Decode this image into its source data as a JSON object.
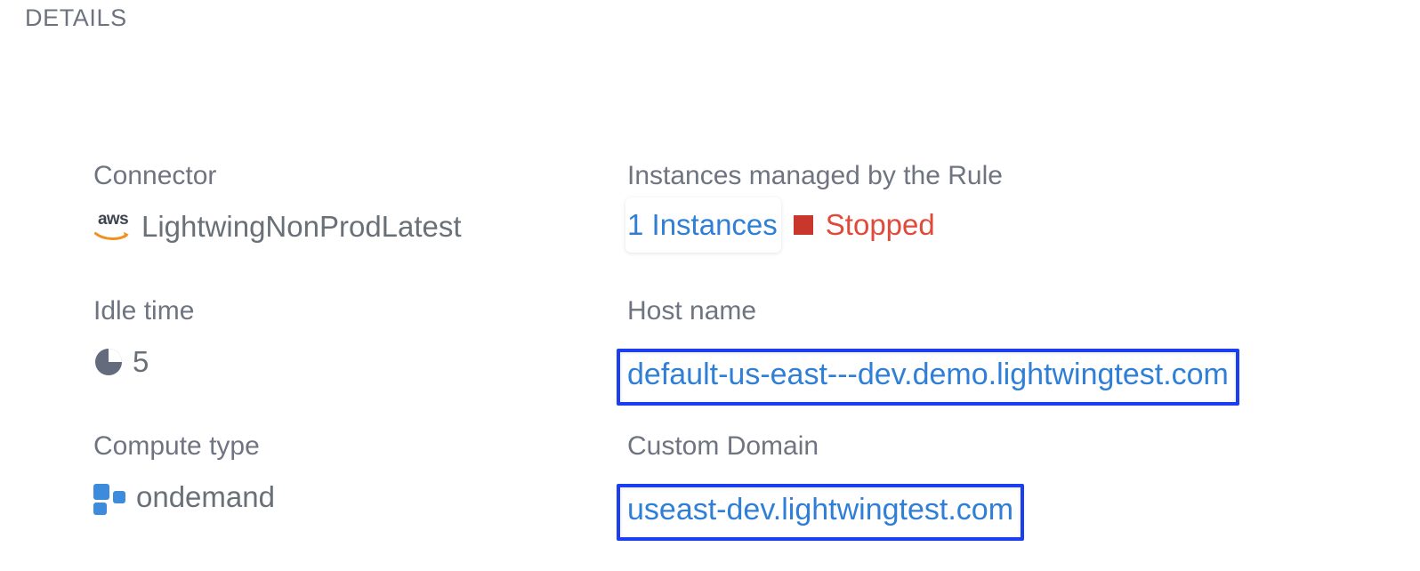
{
  "section": {
    "title": "DETAILS"
  },
  "fields": {
    "connector": {
      "label": "Connector",
      "value": "LightwingNonProdLatest",
      "icon": "aws-logo-icon",
      "icon_word": "aws"
    },
    "instances": {
      "label": "Instances managed by the Rule",
      "link_text": "1 Instances",
      "status": "Stopped",
      "status_color": "#e04a3a",
      "status_swatch_color": "#c9372c"
    },
    "idle_time": {
      "label": "Idle time",
      "value": "5",
      "icon": "pie-clock-icon"
    },
    "host_name": {
      "label": "Host name",
      "value": "default-us-east---dev.demo.lightwingtest.com",
      "highlighted": true
    },
    "compute_type": {
      "label": "Compute type",
      "value": "ondemand",
      "icon": "three-squares-icon"
    },
    "custom_domain": {
      "label": "Custom Domain",
      "value": "useast-dev.lightwingtest.com",
      "highlighted": true
    }
  },
  "colors": {
    "label_text": "#6e7480",
    "value_text": "#6a7078",
    "link_blue": "#2f7fd6",
    "highlight_border": "#1a3ef0",
    "accent_blue": "#3d8bdd",
    "aws_orange": "#f0901e",
    "page_background": "#ffffff"
  }
}
